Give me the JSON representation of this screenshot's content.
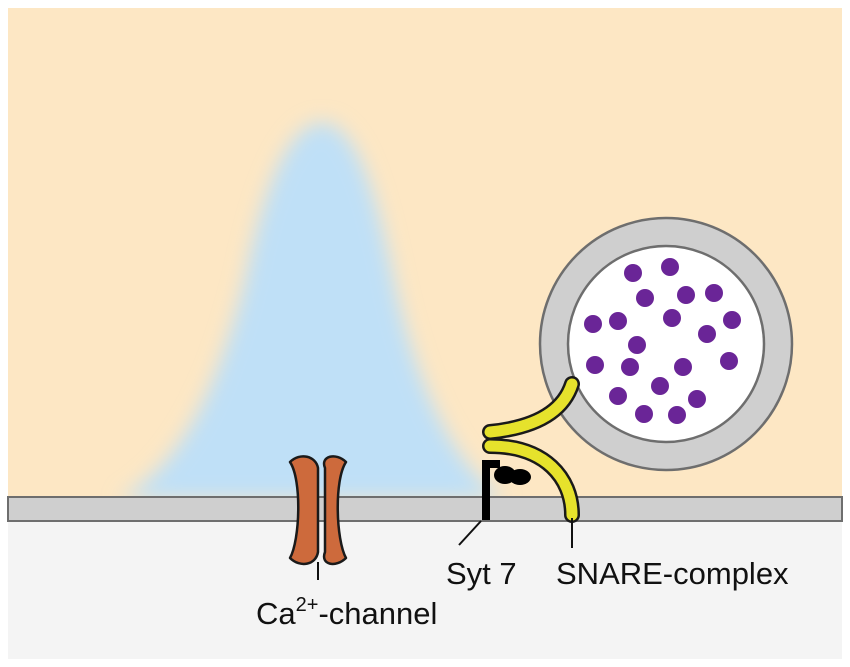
{
  "labels": {
    "ca_channel": {
      "main": "Ca",
      "sup": "2+",
      "rest": "-channel"
    },
    "syt7": "Syt 7",
    "snare": "SNARE-complex"
  },
  "colors": {
    "cytoplasm": "#fde7c4",
    "extracellular": "#f4f4f4",
    "membrane": "#cfcfcf",
    "membrane_edge": "#6e6e6e",
    "calcium_cloud": "#bfe0f7",
    "channel": "#cd6a3c",
    "vesicle_wall": "#cfcfcf",
    "vesicle_lumen": "#ffffff",
    "neurotransmitter": "#6a2597",
    "snare": "#e6e22c",
    "syt7": "#000000"
  },
  "icons": {
    "channel": "ion-channel-icon",
    "vesicle": "synaptic-vesicle-icon",
    "syt7": "synaptotagmin-icon",
    "snare": "snare-complex-icon"
  }
}
